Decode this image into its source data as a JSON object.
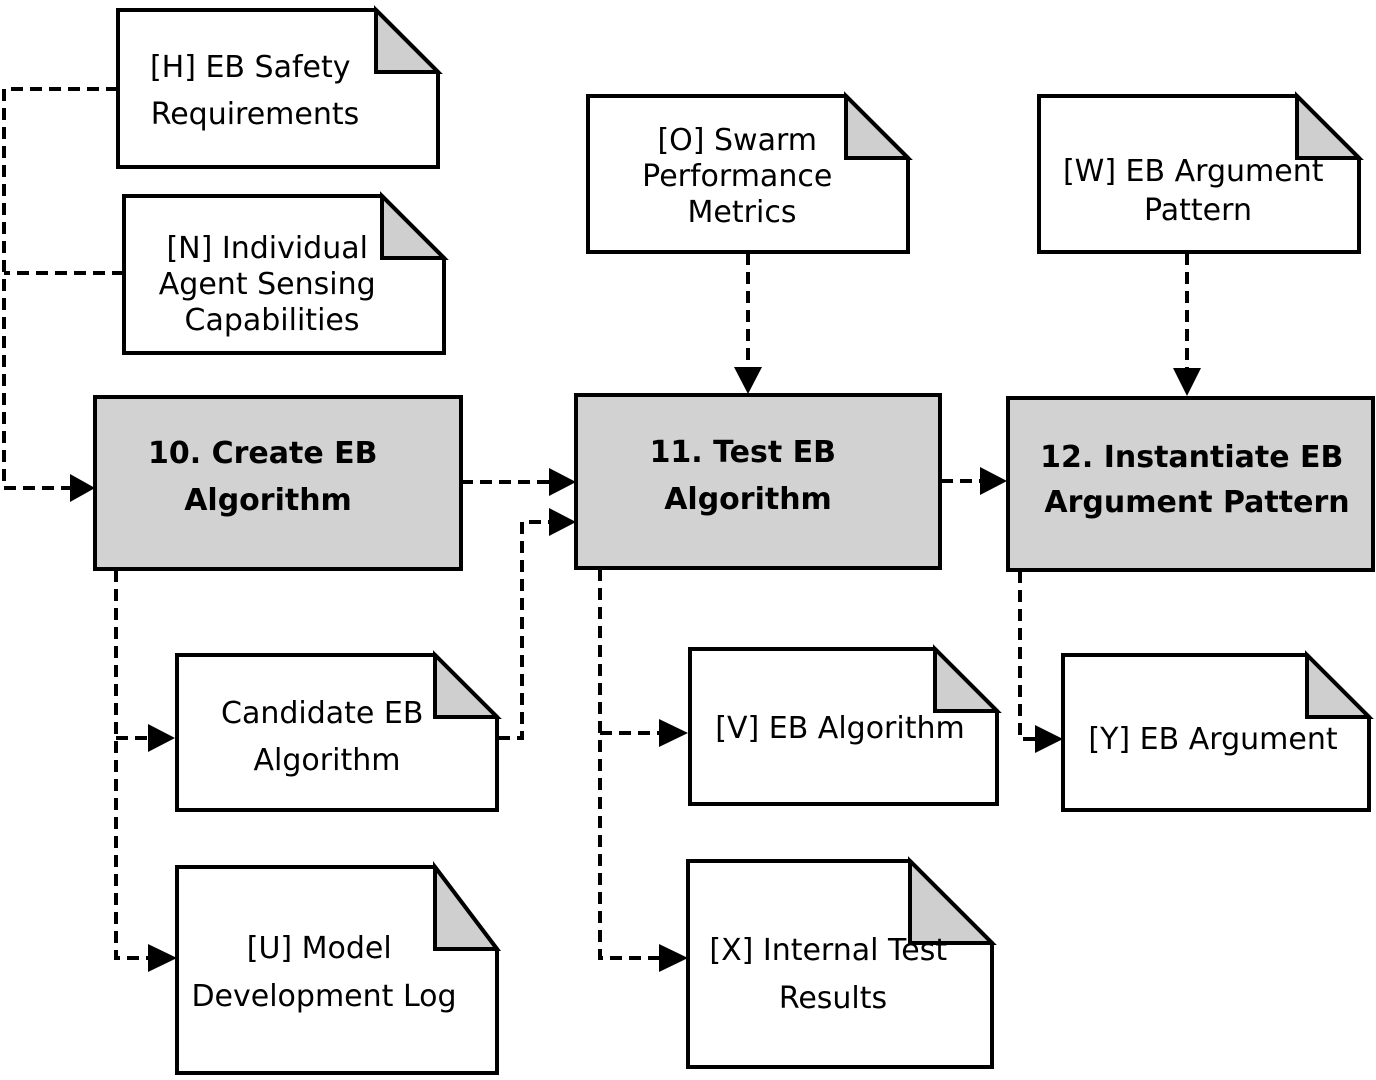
{
  "colors": {
    "process_fill": "#d3d2d3",
    "document_fold": "#cfcfcf",
    "line": "#000000",
    "background": "#ffffff"
  },
  "processes": {
    "create": {
      "line1": "10. Create EB",
      "line2": "Algorithm"
    },
    "test": {
      "line1": "11. Test EB",
      "line2": "Algorithm"
    },
    "instantiate": {
      "line1": "12. Instantiate EB",
      "line2": "Argument Pattern"
    }
  },
  "documents": {
    "safety_requirements": {
      "line1": "[H] EB Safety",
      "line2": "Requirements"
    },
    "agent_sensing": {
      "line1": "[N] Individual",
      "line2": "Agent Sensing",
      "line3": "Capabilities"
    },
    "performance_metrics": {
      "line1": "[O] Swarm",
      "line2": "Performance",
      "line3": "Metrics"
    },
    "argument_pattern": {
      "line1": "[W] EB Argument",
      "line2": "Pattern"
    },
    "candidate_algorithm": {
      "line1": "Candidate EB",
      "line2": "Algorithm"
    },
    "model_log": {
      "line1": "[U] Model",
      "line2": "Development Log"
    },
    "eb_algorithm": {
      "line1": "[V] EB Algorithm"
    },
    "test_results": {
      "line1": "[X] Internal Test",
      "line2": "Results"
    },
    "eb_argument": {
      "line1": "[Y] EB Argument"
    }
  }
}
